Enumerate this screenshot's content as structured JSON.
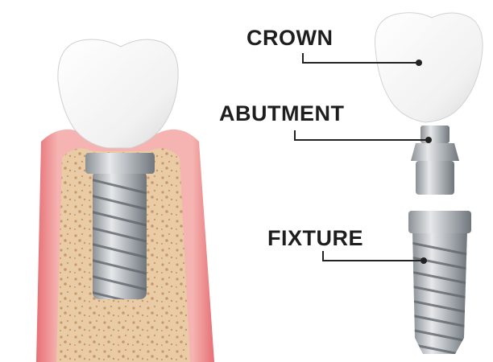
{
  "labels": {
    "crown": "CROWN",
    "abutment": "ABUTMENT",
    "fixture": "FIXTURE"
  },
  "colors": {
    "gum": "#f0a7a5",
    "gum_outline": "#e56b6f",
    "bone": "#e8c9a4",
    "bone_dots": "#c99a6b",
    "crown": "#f7f7f7",
    "metal": "#b8bcc0",
    "metal_dark": "#7f858b",
    "leader_line": "#222222"
  }
}
